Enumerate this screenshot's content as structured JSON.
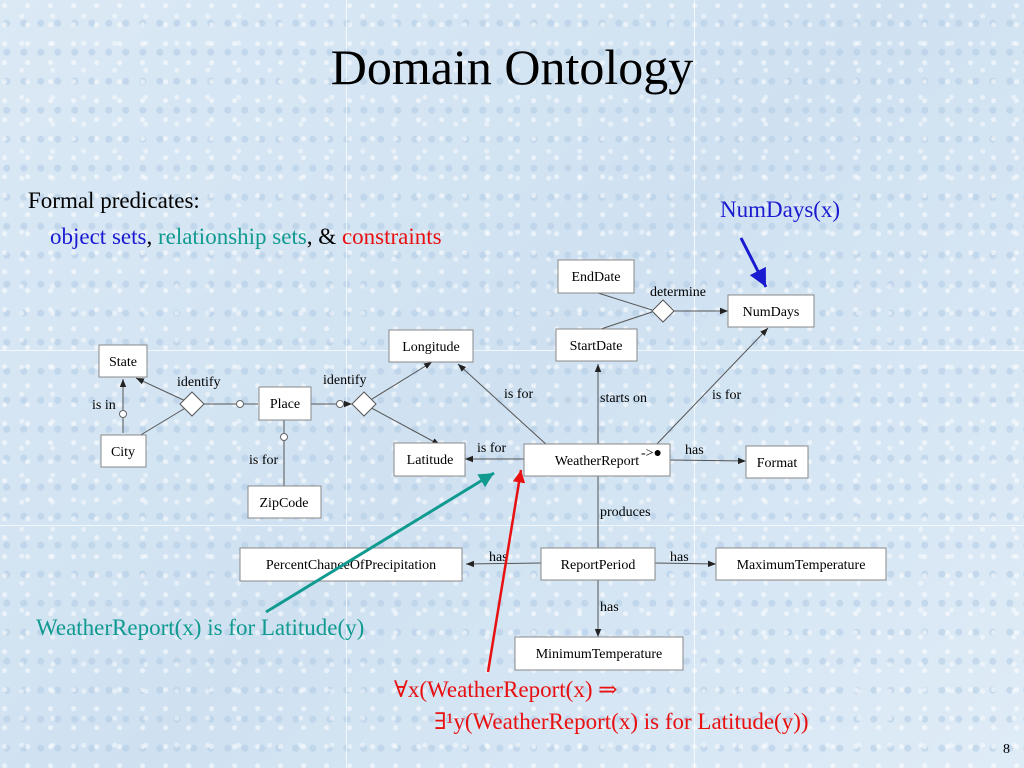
{
  "title": "Domain Ontology",
  "intro": {
    "line1": "Formal predicates:",
    "object_sets": "object sets",
    "sep1": ",",
    "relationship_sets": "relationship sets",
    "sep2": ", &",
    "constraints": "constraints"
  },
  "callouts": {
    "numdays": "NumDays(x)",
    "weather_latitude": "WeatherReport(x) is for Latitude(y)",
    "forall_line1": "∀x(WeatherReport(x) ⇒",
    "forall_line2": "∃¹y(WeatherReport(x) is for Latitude(y))"
  },
  "nodes": {
    "state": "State",
    "city": "City",
    "place": "Place",
    "zipcode": "ZipCode",
    "longitude": "Longitude",
    "latitude": "Latitude",
    "enddate": "EndDate",
    "startdate": "StartDate",
    "numdays": "NumDays",
    "weatherreport": "WeatherReport",
    "format": "Format",
    "reportperiod": "ReportPeriod",
    "percentchance": "PercentChanceOfPrecipitation",
    "maxtemp": "MaximumTemperature",
    "mintemp": "MinimumTemperature"
  },
  "edge_labels": {
    "is_in": "is in",
    "identify_1": "identify",
    "identify_2": "identify",
    "is_for_zip": "is for",
    "is_for_long": "is for",
    "is_for_lat": "is for",
    "starts_on": "starts on",
    "determine": "determine",
    "is_for_numdays": "is for",
    "has_format": "has",
    "arrow_dot": "->●",
    "produces": "produces",
    "has_percent": "has",
    "has_max": "has",
    "has_min": "has"
  },
  "page_number": "8",
  "colors": {
    "object_sets": "#1a1ad0",
    "relationship_sets": "#109a90",
    "constraints": "#e81010"
  }
}
